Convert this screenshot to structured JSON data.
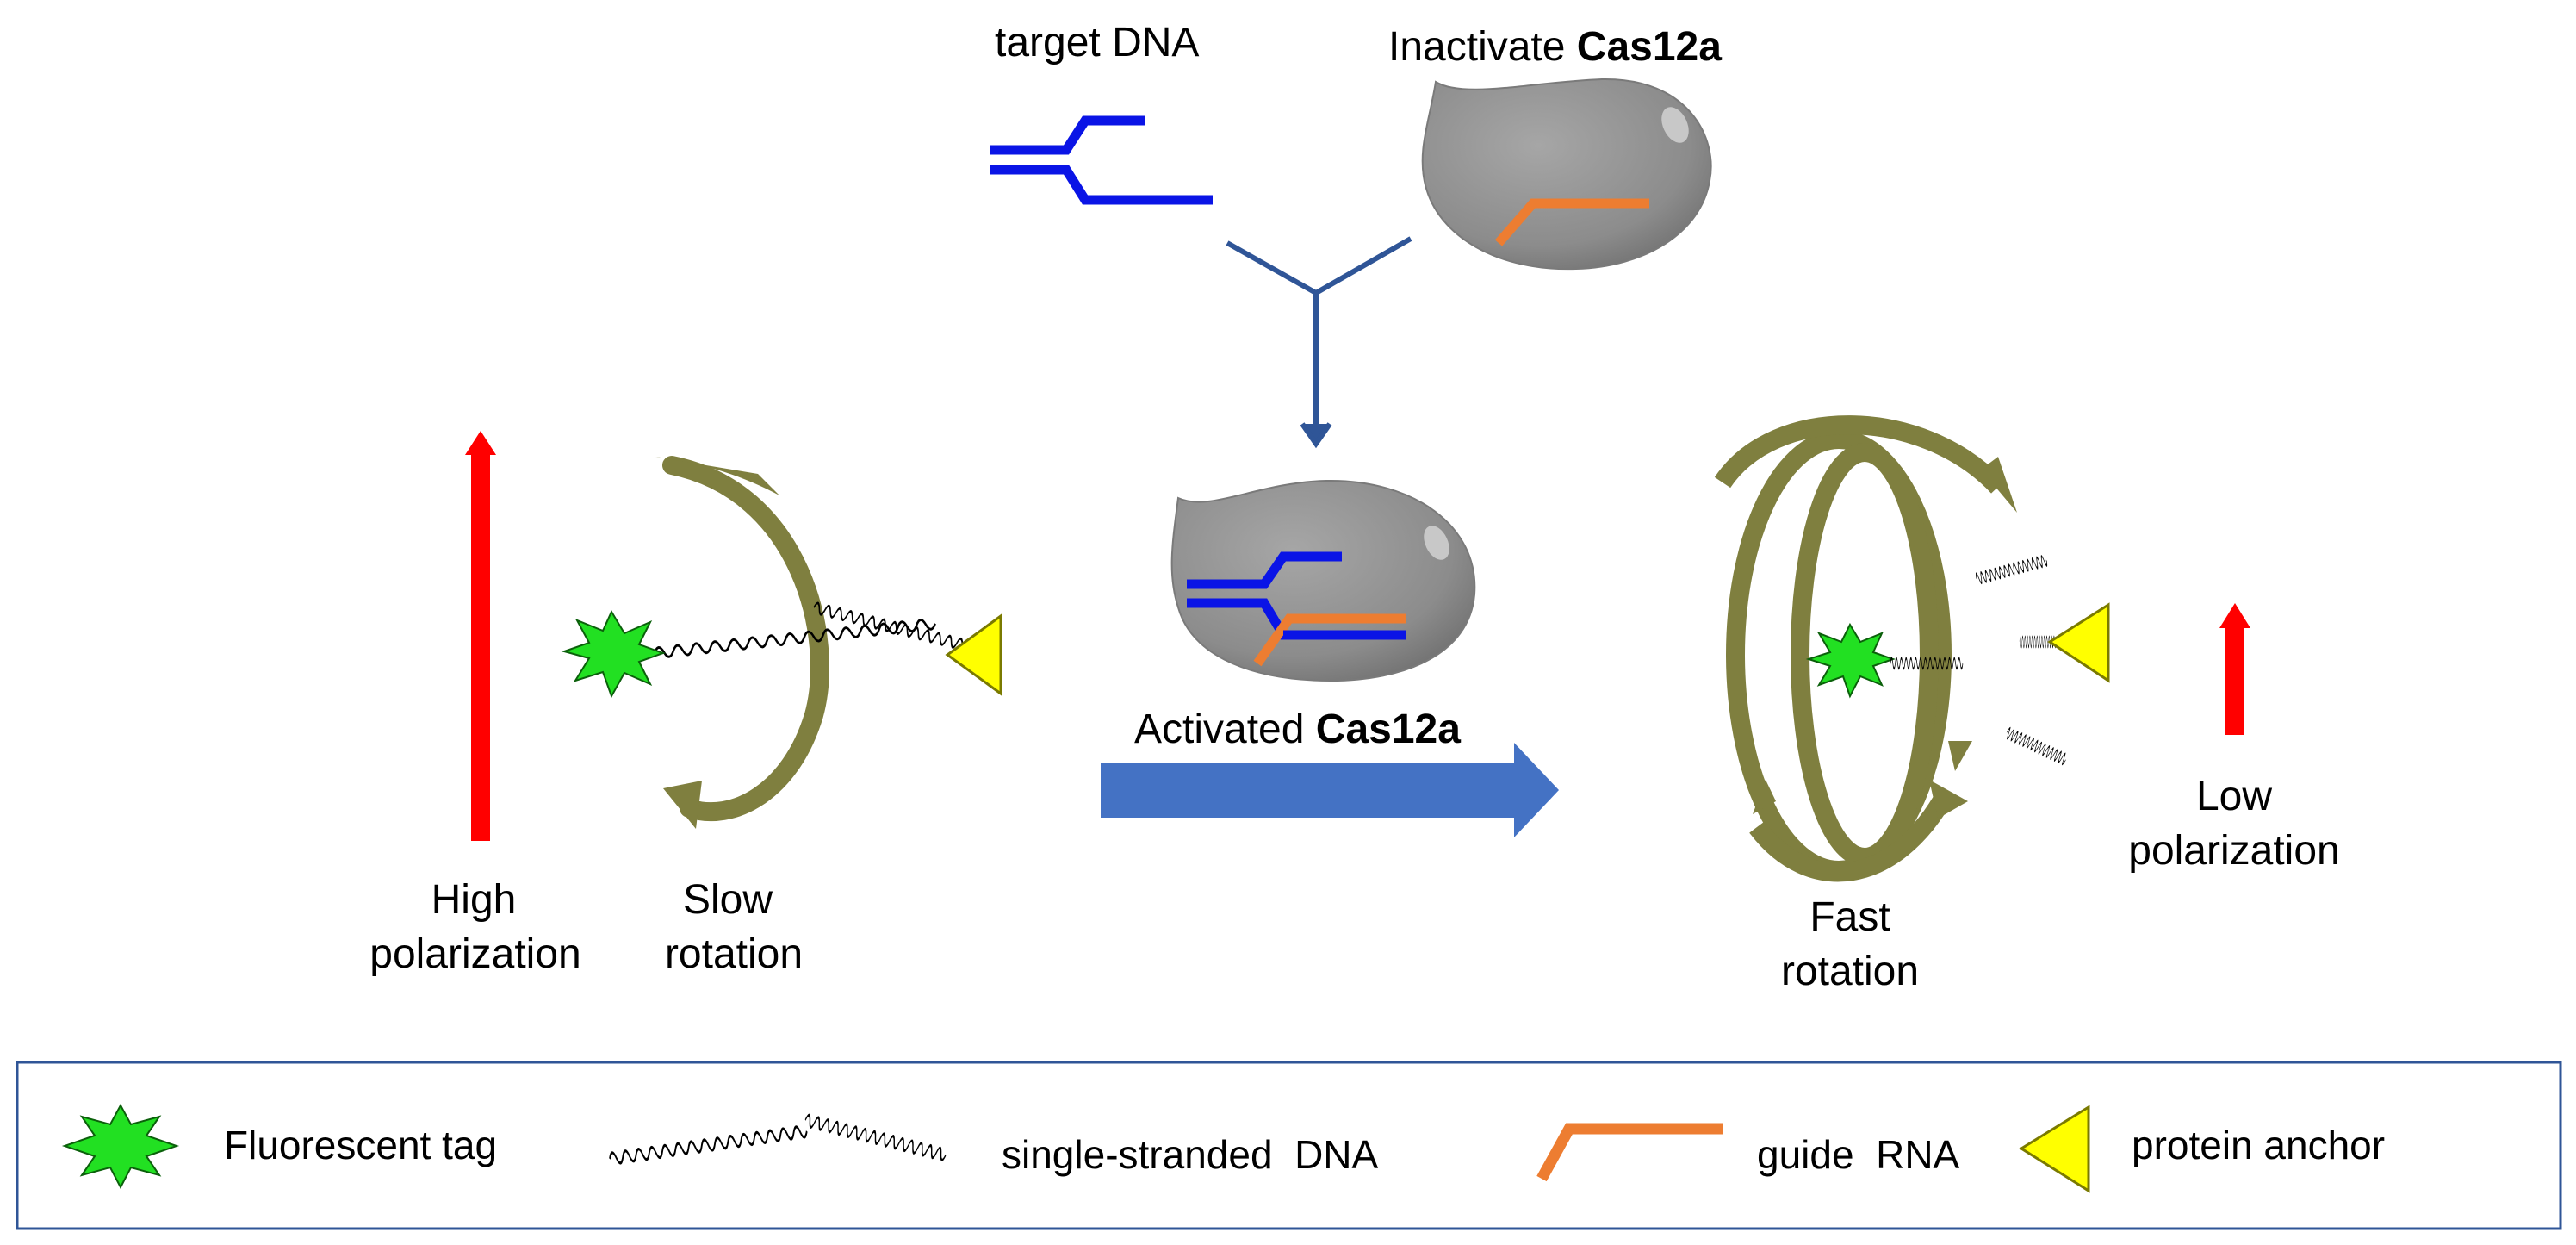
{
  "labels": {
    "target_dna": "target DNA",
    "inactivate_prefix": "Inactivate ",
    "inactivate_bold": "Cas12a",
    "activated_prefix": "Activated ",
    "activated_bold": "Cas12a",
    "high_line1": "High",
    "high_line2": "polarization",
    "slow_line1": "Slow",
    "slow_line2": "rotation",
    "fast_line1": "Fast",
    "fast_line2": "rotation",
    "low_line1": "Low",
    "low_line2": "polarization"
  },
  "legend": {
    "fluorescent_tag": "Fluorescent tag",
    "ssdna": "single-stranded  DNA",
    "guide_rna": "guide  RNA",
    "protein_anchor": "protein anchor"
  },
  "colors": {
    "dna": "#0a14e6",
    "guide_rna": "#ed7d31",
    "cas12a": "#8c8c8c",
    "polarization_arrow": "#ff0000",
    "rotation_arrow": "#7f7f3f",
    "process_arrow": "#4472c4",
    "merge_lines": "#2f5597",
    "fluorescent_tag": "#22e022",
    "protein_anchor": "#ffff00",
    "legend_border": "#2f5597"
  }
}
